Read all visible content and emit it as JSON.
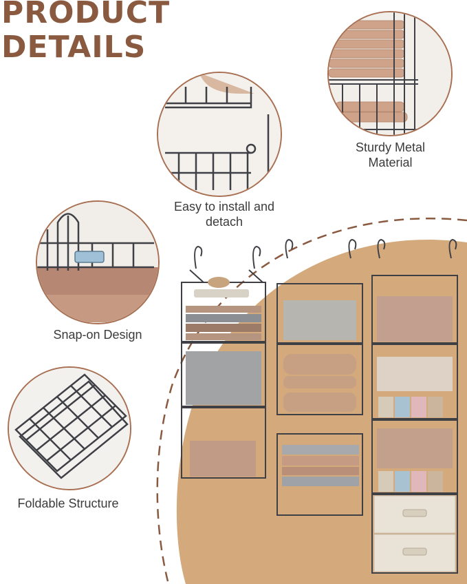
{
  "header": {
    "line1": "PRODUCT",
    "line2": "DETAILS"
  },
  "features": [
    {
      "line1": "Sturdy Metal",
      "line2": "Material"
    },
    {
      "line1": "Easy to install and",
      "line2": "detach"
    },
    {
      "line1": "Snap-on Design"
    },
    {
      "line1": "Foldable Structure"
    }
  ],
  "colors": {
    "accent": "#8a5a40",
    "background_shape": "#d4aa7d",
    "wire": "#3f4046",
    "fabric_beige": "#e9e2d6"
  }
}
